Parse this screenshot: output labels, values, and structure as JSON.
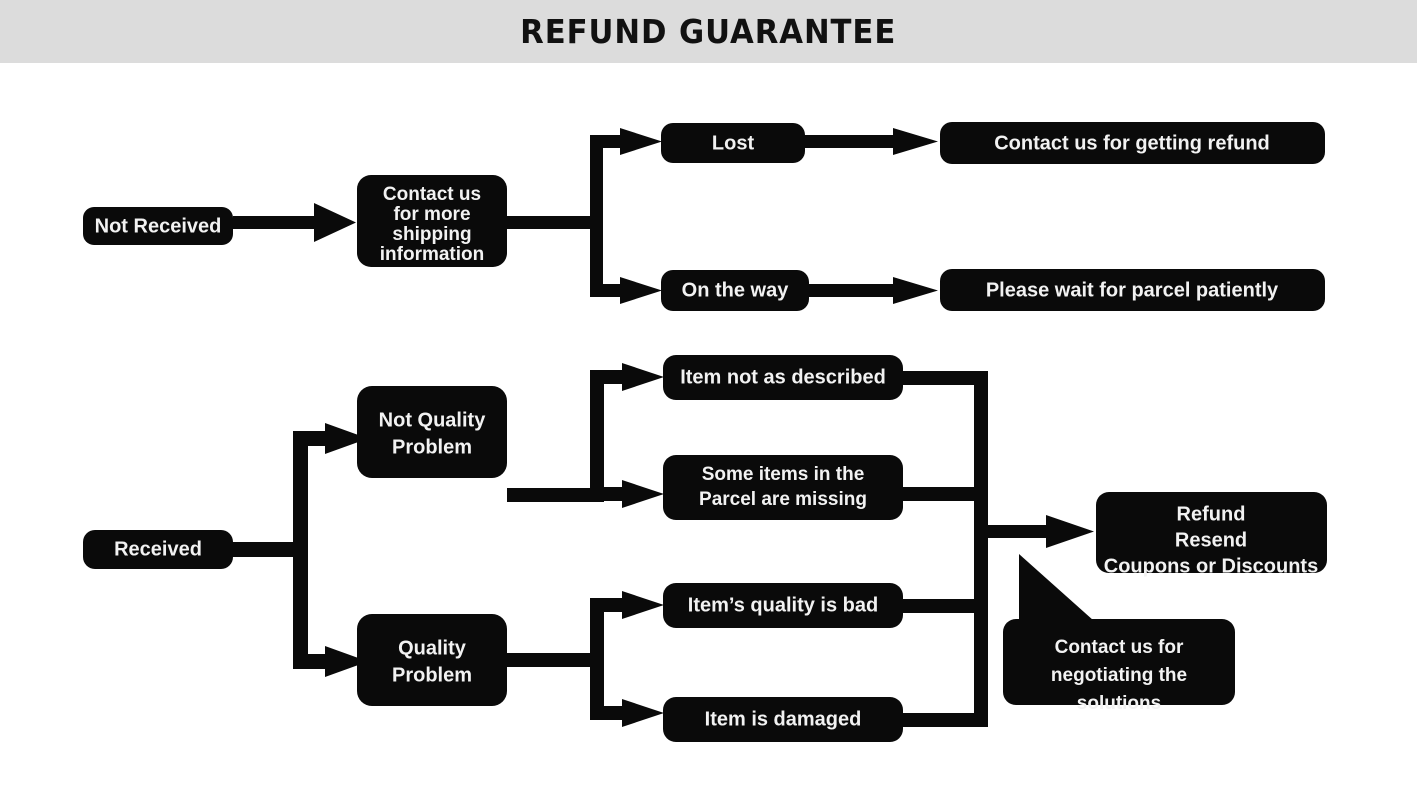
{
  "header": {
    "title": "REFUND GUARANTEE",
    "background_color": "#dcdcdc",
    "text_color": "#111111"
  },
  "theme": {
    "node_fill": "#0a0a0a",
    "node_text": "#f2f2f2",
    "connector_color": "#0a0a0a",
    "page_background": "#ffffff"
  },
  "chart_data": {
    "type": "diagram",
    "title": "REFUND GUARANTEE",
    "diagram_kind": "flowchart",
    "direction": "left-to-right",
    "nodes": [
      {
        "id": "not-received",
        "label": "Not Received",
        "shape": "rounded-rect",
        "lines": [
          "Not Received"
        ]
      },
      {
        "id": "contact-shipping",
        "label": "Contact us for more shipping information",
        "shape": "rounded-rect",
        "lines": [
          "Contact us",
          "for more",
          "shipping",
          "information"
        ]
      },
      {
        "id": "lost",
        "label": "Lost",
        "shape": "rounded-rect",
        "lines": [
          "Lost"
        ]
      },
      {
        "id": "contact-refund",
        "label": "Contact us for getting refund",
        "shape": "rounded-rect",
        "lines": [
          "Contact us for getting refund"
        ]
      },
      {
        "id": "on-the-way",
        "label": "On the way",
        "shape": "rounded-rect",
        "lines": [
          "On the way"
        ]
      },
      {
        "id": "please-wait",
        "label": "Please wait for parcel patiently",
        "shape": "rounded-rect",
        "lines": [
          "Please wait for parcel patiently"
        ]
      },
      {
        "id": "received",
        "label": "Received",
        "shape": "rounded-rect",
        "lines": [
          "Received"
        ]
      },
      {
        "id": "not-quality-problem",
        "label": "Not Quality Problem",
        "shape": "rounded-rect",
        "lines": [
          "Not Quality",
          "Problem"
        ]
      },
      {
        "id": "quality-problem",
        "label": "Quality Problem",
        "shape": "rounded-rect",
        "lines": [
          "Quality",
          "Problem"
        ]
      },
      {
        "id": "not-as-described",
        "label": "Item not as described",
        "shape": "rounded-rect",
        "lines": [
          "Item not as described"
        ]
      },
      {
        "id": "items-missing",
        "label": "Some items in the Parcel are missing",
        "shape": "rounded-rect",
        "lines": [
          "Some items in the",
          "Parcel are missing"
        ]
      },
      {
        "id": "quality-is-bad",
        "label": "Item’s quality is bad",
        "shape": "rounded-rect",
        "lines": [
          "Item’s quality is bad"
        ]
      },
      {
        "id": "item-damaged",
        "label": "Item is damaged",
        "shape": "rounded-rect",
        "lines": [
          "Item is damaged"
        ]
      },
      {
        "id": "resolution",
        "label": "Refund Resend Coupons or Discounts",
        "shape": "rounded-rect",
        "lines": [
          "Refund",
          "Resend",
          "Coupons or Discounts"
        ]
      },
      {
        "id": "negotiate-callout",
        "label": "Contact us for negotiating the solutions",
        "shape": "callout",
        "lines": [
          "Contact us for",
          "negotiating the",
          "solutions"
        ]
      }
    ],
    "edges": [
      {
        "from": "not-received",
        "to": "contact-shipping",
        "style": "arrow"
      },
      {
        "from": "contact-shipping",
        "to": "lost",
        "style": "arrow-branch"
      },
      {
        "from": "contact-shipping",
        "to": "on-the-way",
        "style": "arrow-branch"
      },
      {
        "from": "lost",
        "to": "contact-refund",
        "style": "arrow"
      },
      {
        "from": "on-the-way",
        "to": "please-wait",
        "style": "arrow"
      },
      {
        "from": "received",
        "to": "not-quality-problem",
        "style": "arrow-branch"
      },
      {
        "from": "received",
        "to": "quality-problem",
        "style": "arrow-branch"
      },
      {
        "from": "not-quality-problem",
        "to": "not-as-described",
        "style": "arrow-branch"
      },
      {
        "from": "not-quality-problem",
        "to": "items-missing",
        "style": "arrow-branch"
      },
      {
        "from": "quality-problem",
        "to": "quality-is-bad",
        "style": "arrow-branch"
      },
      {
        "from": "quality-problem",
        "to": "item-damaged",
        "style": "arrow-branch"
      },
      {
        "from": "not-as-described",
        "to": "resolution",
        "style": "bus-merge"
      },
      {
        "from": "items-missing",
        "to": "resolution",
        "style": "bus-merge"
      },
      {
        "from": "quality-is-bad",
        "to": "resolution",
        "style": "bus-merge"
      },
      {
        "from": "item-damaged",
        "to": "resolution",
        "style": "bus-merge"
      },
      {
        "from": "negotiate-callout",
        "to": "resolution",
        "style": "callout-pointer"
      }
    ]
  }
}
